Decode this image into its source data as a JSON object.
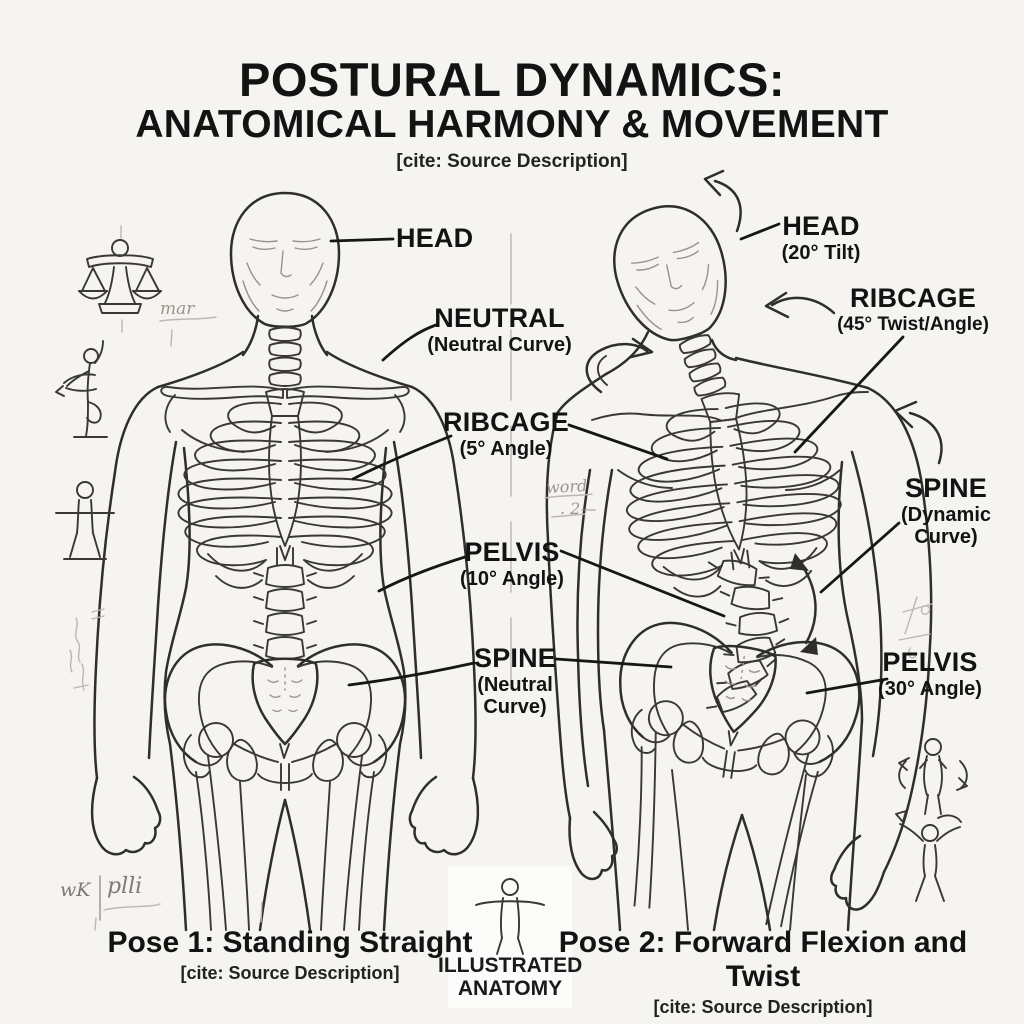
{
  "title": {
    "line1": "POSTURAL DYNAMICS:",
    "line2": "ANATOMICAL HARMONY & MOVEMENT",
    "cite": "[cite: Source Description]"
  },
  "figure1": {
    "caption": "Pose 1: Standing Straight",
    "cite": "[cite: Source Description]",
    "labels": [
      {
        "id": "head",
        "title": "HEAD",
        "sub": ""
      },
      {
        "id": "neutral",
        "title": "NEUTRAL",
        "sub": "(Neutral Curve)"
      },
      {
        "id": "ribcage",
        "title": "RIBCAGE",
        "sub": "(5° Angle)"
      },
      {
        "id": "pelvis",
        "title": "PELVIS",
        "sub": "(10° Angle)"
      },
      {
        "id": "spine",
        "title": "SPINE",
        "sub": "(Neutral Curve)"
      }
    ]
  },
  "figure2": {
    "caption": "Pose 2: Forward Flexion and Twist",
    "cite": "[cite: Source Description]",
    "labels": [
      {
        "id": "head",
        "title": "HEAD",
        "sub": "(20° Tilt)"
      },
      {
        "id": "ribcage",
        "title": "RIBCAGE",
        "sub": "(45° Twist/Angle)"
      },
      {
        "id": "spine",
        "title": "SPINE",
        "sub": "(Dynamic Curve)"
      },
      {
        "id": "pelvis",
        "title": "PELVIS",
        "sub": "(30° Angle)"
      }
    ]
  },
  "logo": {
    "line1": "ILLUSTRATED",
    "line2": "ANATOMY"
  },
  "annotations": {
    "note_shoulder": "mar",
    "note_center": "word",
    "note_center2": ". 2—",
    "signature_a": "wK",
    "signature_b": "plli"
  }
}
